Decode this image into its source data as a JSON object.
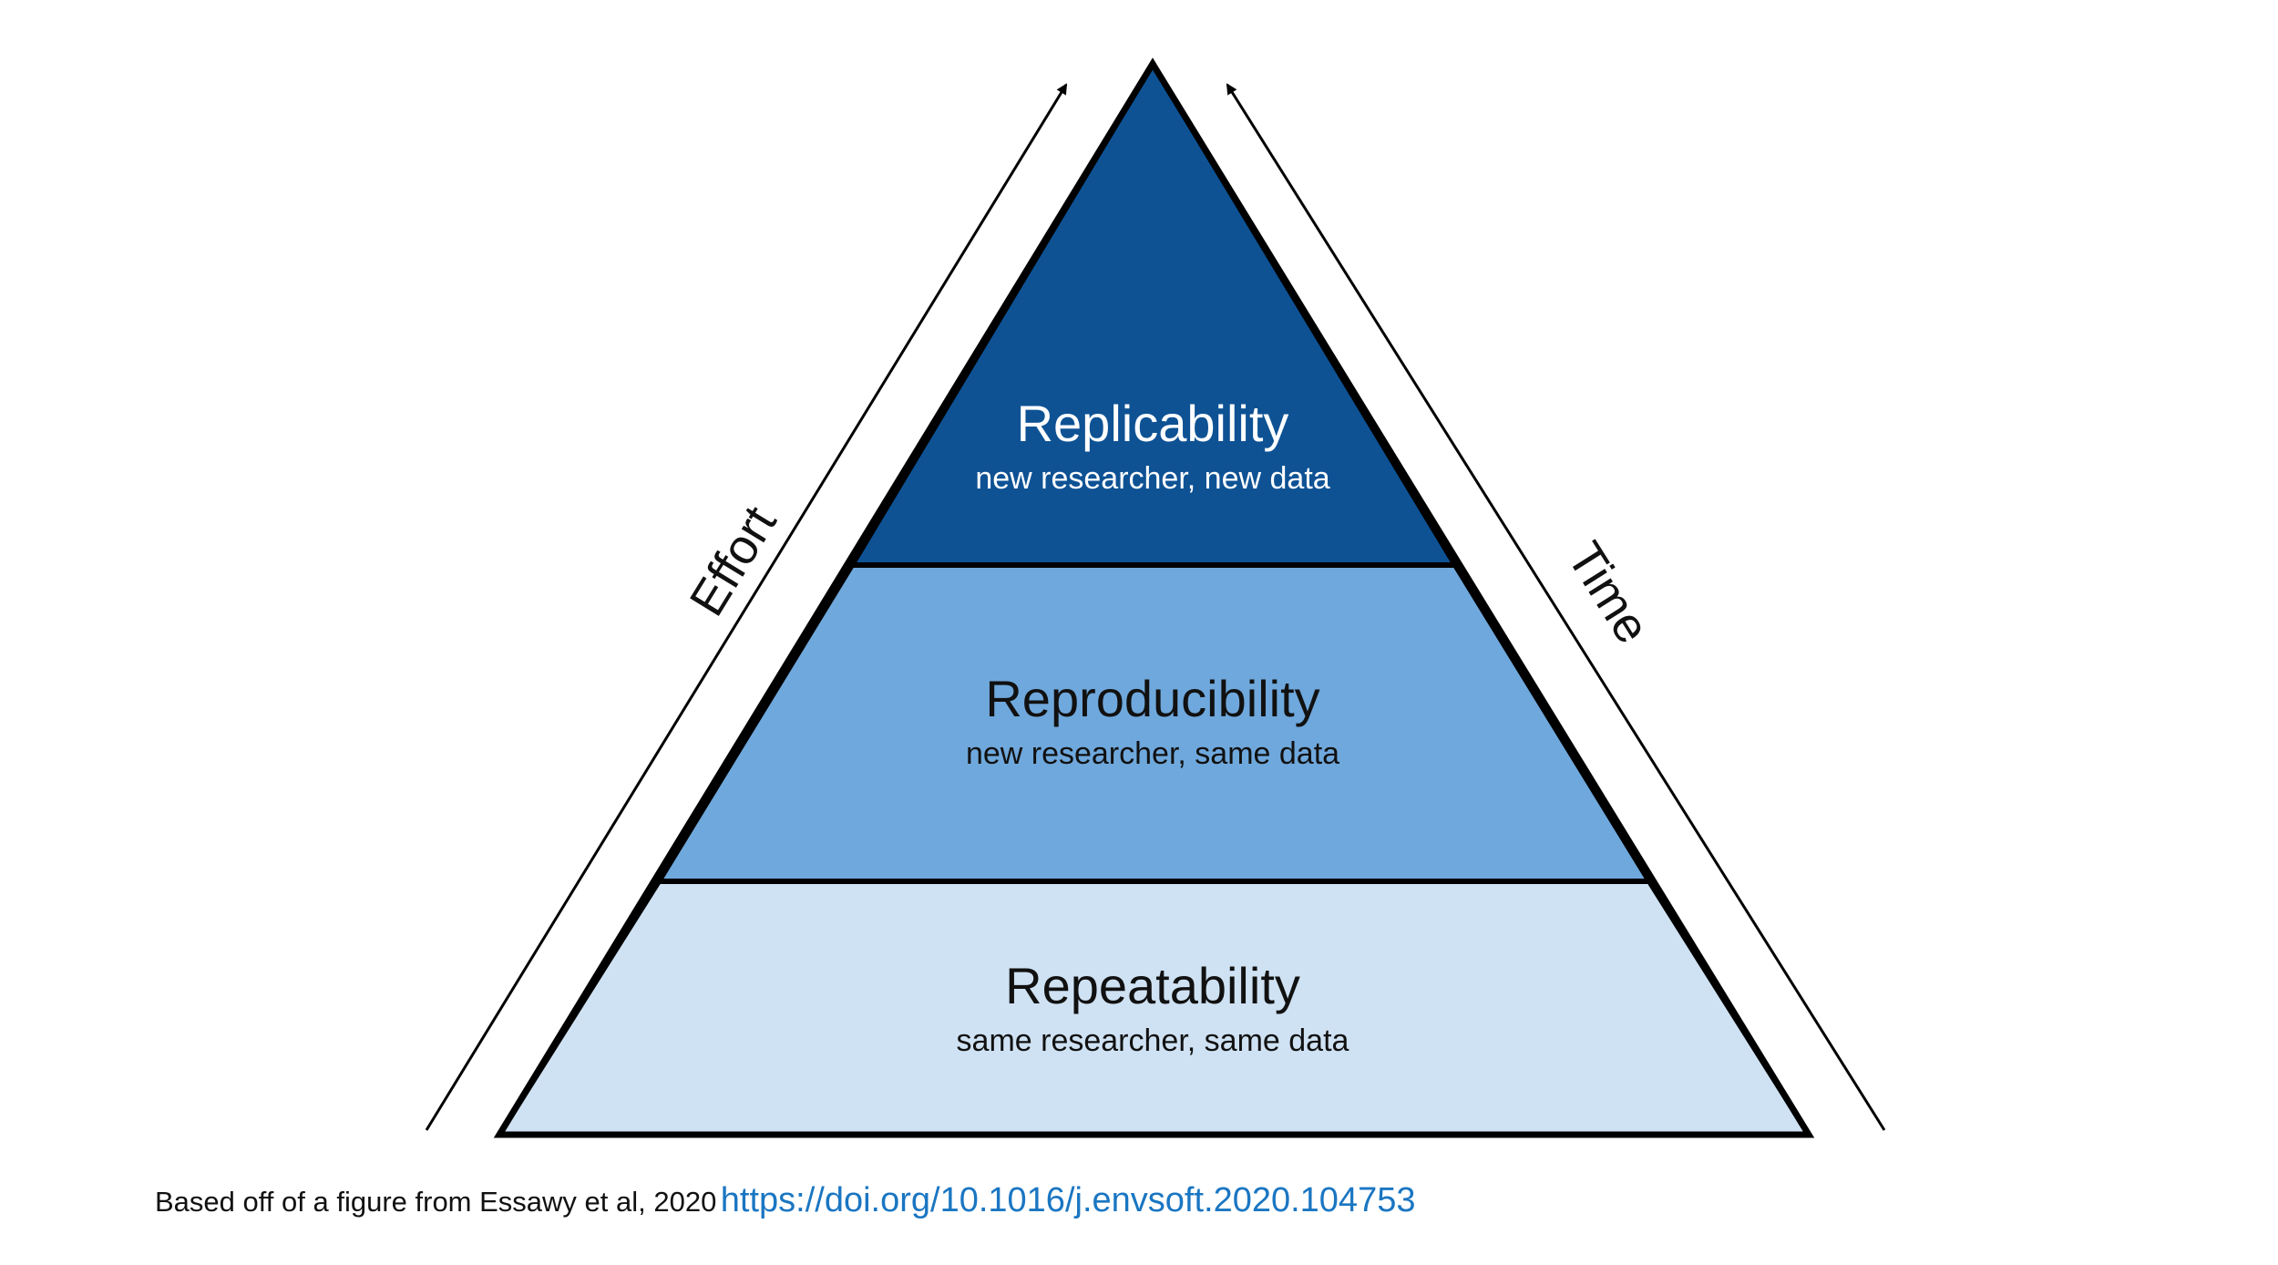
{
  "tiers": [
    {
      "title": "Replicability",
      "subtitle": "new researcher, new data",
      "fill_color": "#0e5294",
      "text_color": "#ffffff"
    },
    {
      "title": "Reproducibility",
      "subtitle": "new researcher, same data",
      "fill_color": "#6fa8dc",
      "text_color": "#111111"
    },
    {
      "title": "Repeatability",
      "subtitle": "same researcher, same data",
      "fill_color": "#cfe2f3",
      "text_color": "#111111"
    }
  ],
  "left_axis": {
    "label": "Effort",
    "direction": "increases toward top"
  },
  "right_axis": {
    "label": "Time",
    "direction": "increases toward top"
  },
  "citation": {
    "text": "Based off of a figure from Essawy et al, 2020",
    "link": "https://doi.org/10.1016/j.envsoft.2020.104753",
    "link_color": "#1a76c2"
  },
  "colors": {
    "outline": "#000000",
    "background": "#ffffff"
  }
}
